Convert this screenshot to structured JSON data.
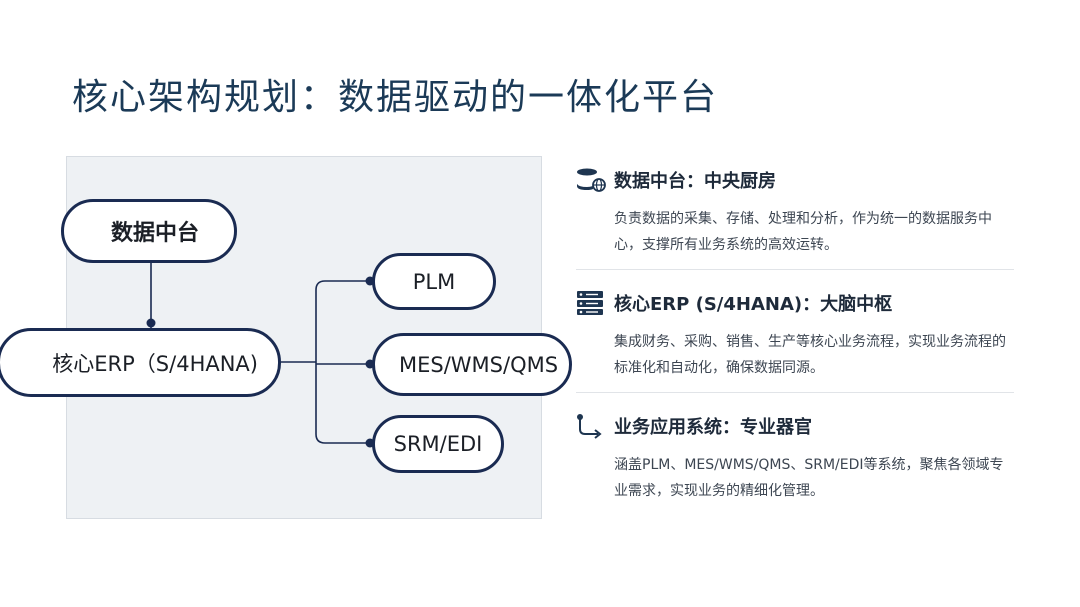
{
  "slide": {
    "title": "核心架构规划：数据驱动的一体化平台"
  },
  "diagram": {
    "nodes": {
      "data_hub": "数据中台",
      "erp": "核心ERP（S/4HANA)",
      "plm": "PLM",
      "mes": "MES/WMS/QMS",
      "srm": "SRM/EDI"
    }
  },
  "sections": [
    {
      "icon": "database-icon",
      "heading": "数据中台：中央厨房",
      "desc": "负责数据的采集、存储、处理和分析，作为统一的数据服务中心，支撑所有业务系统的高效运转。"
    },
    {
      "icon": "server-rack-icon",
      "heading": "核心ERP (S/4HANA)：大脑中枢",
      "desc": "集成财务、采购、销售、生产等核心业务流程，实现业务流程的标准化和自动化，确保数据同源。"
    },
    {
      "icon": "branch-arrow-icon",
      "heading": "业务应用系统：专业器官",
      "desc": "涵盖PLM、MES/WMS/QMS、SRM/EDI等系统，聚焦各领域专业需求，实现业务的精细化管理。"
    }
  ],
  "colors": {
    "title": "#1b3a57",
    "node_border": "#1a2b52",
    "panel_bg": "#eef1f4",
    "icon": "#1e3550"
  }
}
